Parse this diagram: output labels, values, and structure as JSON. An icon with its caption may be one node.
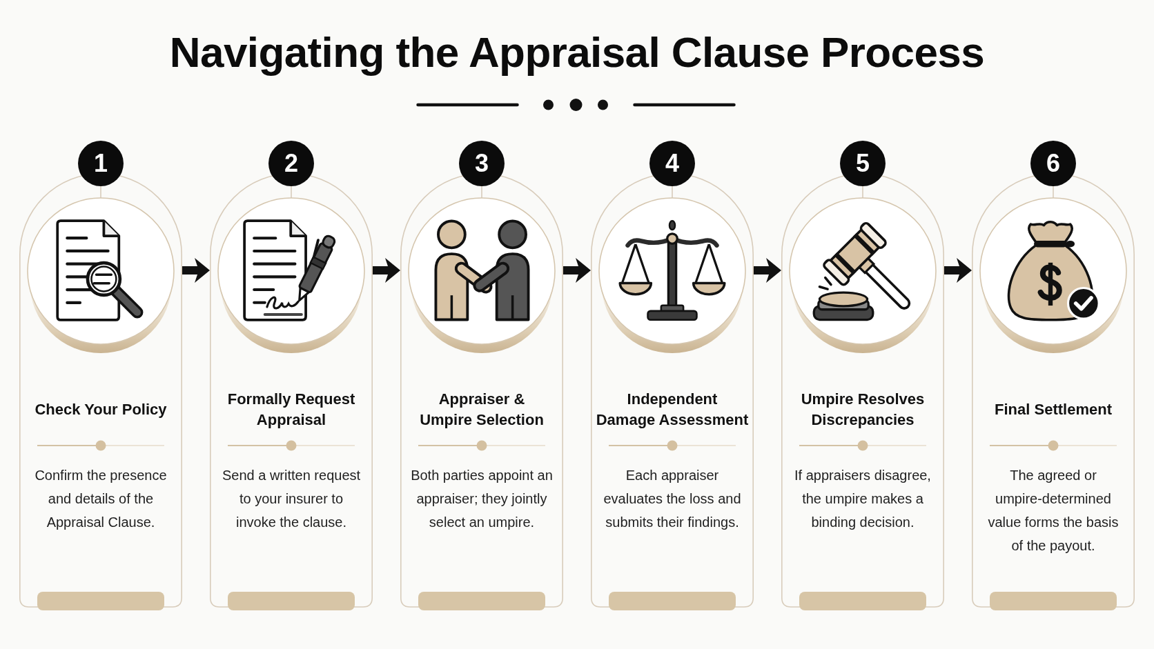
{
  "diagram": {
    "title": "Navigating the Appraisal Clause Process",
    "nodes": [
      {
        "text": [
          "1",
          "Check Your Policy",
          "Confirm the presence and details of the Appraisal Clause."
        ]
      },
      {
        "text": [
          "2",
          "Formally Request Appraisal",
          "Send a written request to your insurer to invoke the clause."
        ]
      },
      {
        "text": [
          "3",
          "Appraiser & Umpire Selection",
          "Both parties appoint an appraiser; they jointly select an umpire."
        ]
      },
      {
        "text": [
          "4",
          "Independent Damage Assessment",
          "Each appraiser evaluates the loss and submits their findings."
        ]
      },
      {
        "text": [
          "5",
          "Umpire Resolves Discrepancies",
          "If appraisers disagree, the umpire makes a binding decision."
        ]
      },
      {
        "text": [
          "6",
          "Final Settlement",
          "The agreed or umpire-determined value forms the basis of the payout."
        ]
      }
    ],
    "edges": [
      {
        "from": 0,
        "to": 1,
        "arrow": "to"
      },
      {
        "from": 1,
        "to": 2,
        "arrow": "to"
      },
      {
        "from": 2,
        "to": 3,
        "arrow": "to"
      },
      {
        "from": 3,
        "to": 4,
        "arrow": "to"
      },
      {
        "from": 4,
        "to": 5,
        "arrow": "to"
      }
    ]
  }
}
